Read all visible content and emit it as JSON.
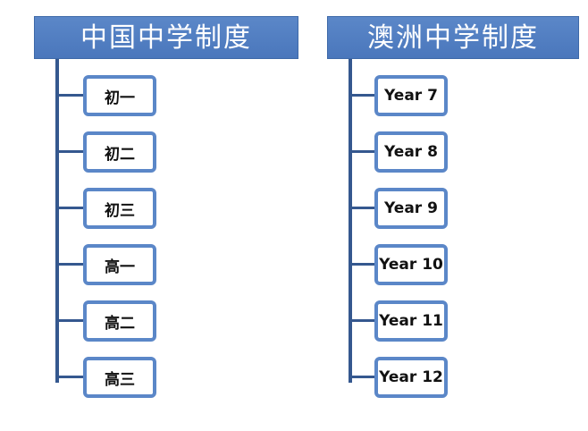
{
  "colors": {
    "header_fill": "#4f7dc1",
    "box_border": "#5b87c8",
    "connector": "#35588f",
    "header_text": "#ffffff"
  },
  "china": {
    "title": "中国中学制度",
    "levels": [
      "初一",
      "初二",
      "初三",
      "高一",
      "高二",
      "高三"
    ]
  },
  "australia": {
    "title": "澳洲中学制度",
    "levels": [
      "Year 7",
      "Year 8",
      "Year 9",
      "Year 10",
      "Year 11",
      "Year 12"
    ]
  }
}
